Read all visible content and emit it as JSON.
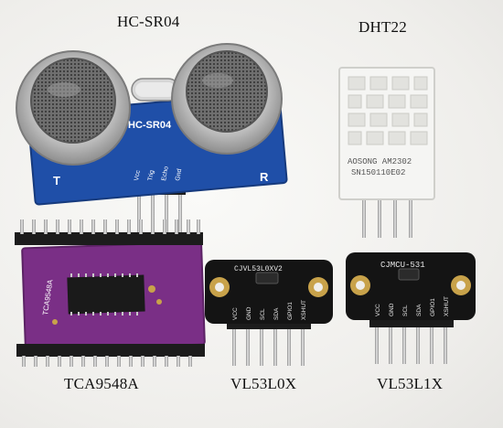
{
  "labels": {
    "hcsr04": "HC-SR04",
    "dht22": "DHT22",
    "tca9548a": "TCA9548A",
    "vl53l0x": "VL53L0X",
    "vl53l1x": "VL53L1X"
  },
  "board_text": {
    "hcsr04_silk": "HC-SR04",
    "hcsr04_left_mark": "T",
    "hcsr04_right_mark": "R",
    "hcsr04_pins": [
      "Vcc",
      "Trig",
      "Echo",
      "Gnd"
    ],
    "dht22_line1": "AOSONG AM2302",
    "dht22_line2": "SN150110E02",
    "tca_silk": "TCA9548A",
    "vl53l0x_silk": "CJVL53L0XV2",
    "vl53l0x_pins": [
      "VCC",
      "GND",
      "SCL",
      "SDA",
      "GPIO1",
      "XSHUT"
    ],
    "vl53l1x_silk": "CJMCU-531",
    "vl53l1x_pins": [
      "VCC",
      "GND",
      "SCL",
      "SDA",
      "GPIO1",
      "XSHUT"
    ]
  },
  "colors": {
    "hcsr04_pcb": "#1f4fa8",
    "tca_pcb": "#7a2f86",
    "vl_pcb": "#141414",
    "dht_body": "#f5f5f3",
    "header_black": "#1c1c1c",
    "pin_metal": "#b8b8b8",
    "gold_pad": "#c8a24a"
  }
}
